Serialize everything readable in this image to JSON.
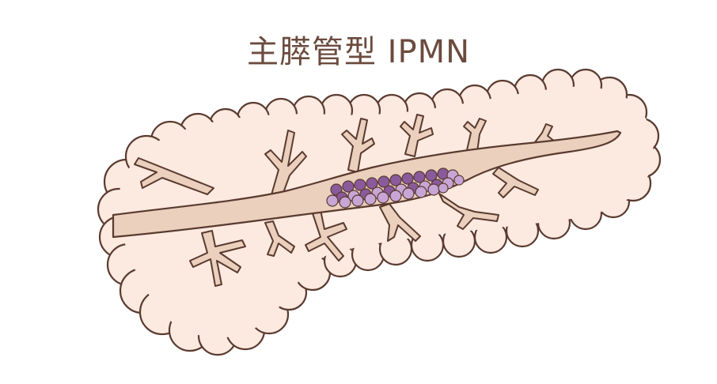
{
  "title": "主膵管型 IPMN",
  "colors": {
    "title": "#6b4b3e",
    "pancreas_fill": "#fce9df",
    "outline": "#5a3a2f",
    "duct_fill": "#ead0bd",
    "cyst_dark": "#8a5a9c",
    "cyst_light": "#c7a6d6"
  },
  "icons": [
    "pancreas-illustration",
    "main-duct",
    "cyst-cluster"
  ]
}
